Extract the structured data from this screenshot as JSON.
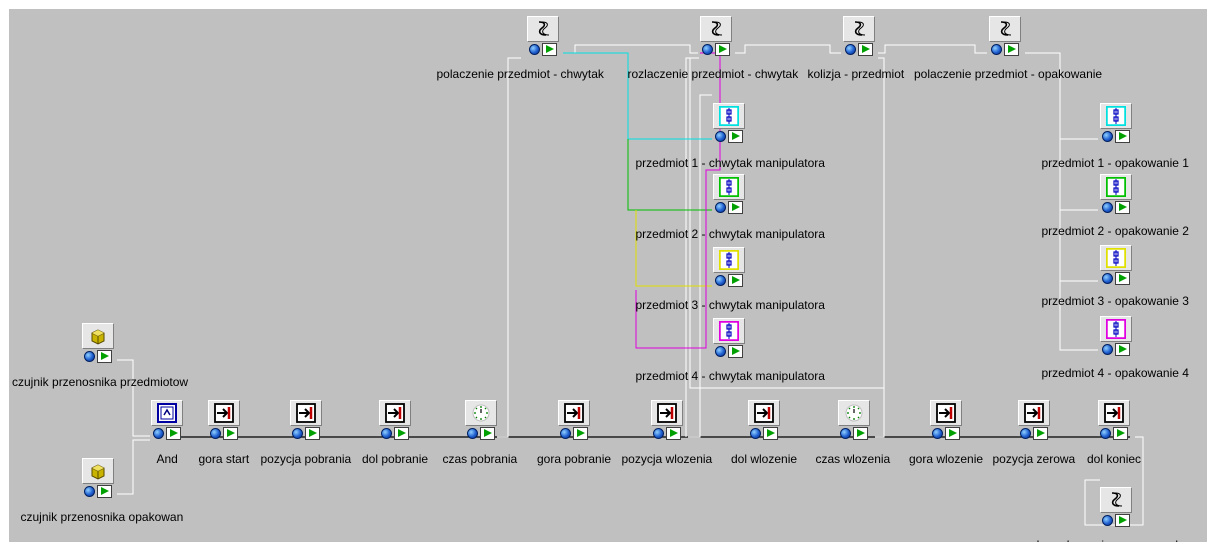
{
  "canvas": {
    "background": "#c0c0c0"
  },
  "colors": {
    "cyan": "#00e0e0",
    "green": "#00c000",
    "yellow": "#e0e000",
    "magenta": "#e000e0",
    "wire": "#ffffff",
    "link": "#000000"
  },
  "nodes": [
    {
      "id": "polaczenie-1",
      "label": "polaczenie przedmiot - chwytak",
      "icon": "script-icon"
    },
    {
      "id": "rozlaczenie",
      "label": "rozlaczenie przedmiot - chwytak",
      "icon": "script-icon"
    },
    {
      "id": "kolizja",
      "label": "kolizja - przedmiot",
      "icon": "script-icon"
    },
    {
      "id": "polaczenie-2",
      "label": "polaczenie przedmiot - opakowanie",
      "icon": "script-icon"
    },
    {
      "id": "p1-chwytak",
      "label": "przedmiot 1 - chwytak manipulatora",
      "icon": "link-icon"
    },
    {
      "id": "p2-chwytak",
      "label": "przedmiot 2 - chwytak manipulatora",
      "icon": "link-icon"
    },
    {
      "id": "p3-chwytak",
      "label": "przedmiot 3 - chwytak manipulatora",
      "icon": "link-icon"
    },
    {
      "id": "p4-chwytak",
      "label": "przedmiot 4 - chwytak manipulatora",
      "icon": "link-icon"
    },
    {
      "id": "p1-opak",
      "label": "przedmiot 1 - opakowanie 1",
      "icon": "link-icon"
    },
    {
      "id": "p2-opak",
      "label": "przedmiot 2 - opakowanie 2",
      "icon": "link-icon"
    },
    {
      "id": "p3-opak",
      "label": "przedmiot 3 - opakowanie 3",
      "icon": "link-icon"
    },
    {
      "id": "p4-opak",
      "label": "przedmiot 4 - opakowanie 4",
      "icon": "link-icon"
    },
    {
      "id": "czujnik-przedmiotow",
      "label": "czujnik przenosnika przedmiotow",
      "icon": "sensor-cube-icon"
    },
    {
      "id": "czujnik-opakowan",
      "label": "czujnik przenosnika opakowan",
      "icon": "sensor-cube-icon"
    },
    {
      "id": "and",
      "label": "And",
      "icon": "and-gate-icon"
    },
    {
      "id": "gora-start",
      "label": "gora start",
      "icon": "move-icon"
    },
    {
      "id": "pozycja-pobrania",
      "label": "pozycja pobrania",
      "icon": "move-icon"
    },
    {
      "id": "dol-pobranie",
      "label": "dol pobranie",
      "icon": "move-icon"
    },
    {
      "id": "czas-pobrania",
      "label": "czas pobrania",
      "icon": "timer-icon"
    },
    {
      "id": "gora-pobranie",
      "label": "gora pobranie",
      "icon": "move-icon"
    },
    {
      "id": "pozycja-wlozenia",
      "label": "pozycja wlozenia",
      "icon": "move-icon"
    },
    {
      "id": "dol-wlozenie",
      "label": "dol wlozenie",
      "icon": "move-icon"
    },
    {
      "id": "czas-wlozenia",
      "label": "czas wlozenia",
      "icon": "timer-icon"
    },
    {
      "id": "gora-wlozenie",
      "label": "gora wlozenie",
      "icon": "move-icon"
    },
    {
      "id": "pozycja-zerowa",
      "label": "pozycja zerowa",
      "icon": "move-icon"
    },
    {
      "id": "dol-koniec",
      "label": "dol koniec",
      "icon": "move-icon"
    },
    {
      "id": "ruch-opakowania",
      "label": "ruch opakowania przez zamykacz",
      "icon": "script-icon"
    }
  ]
}
